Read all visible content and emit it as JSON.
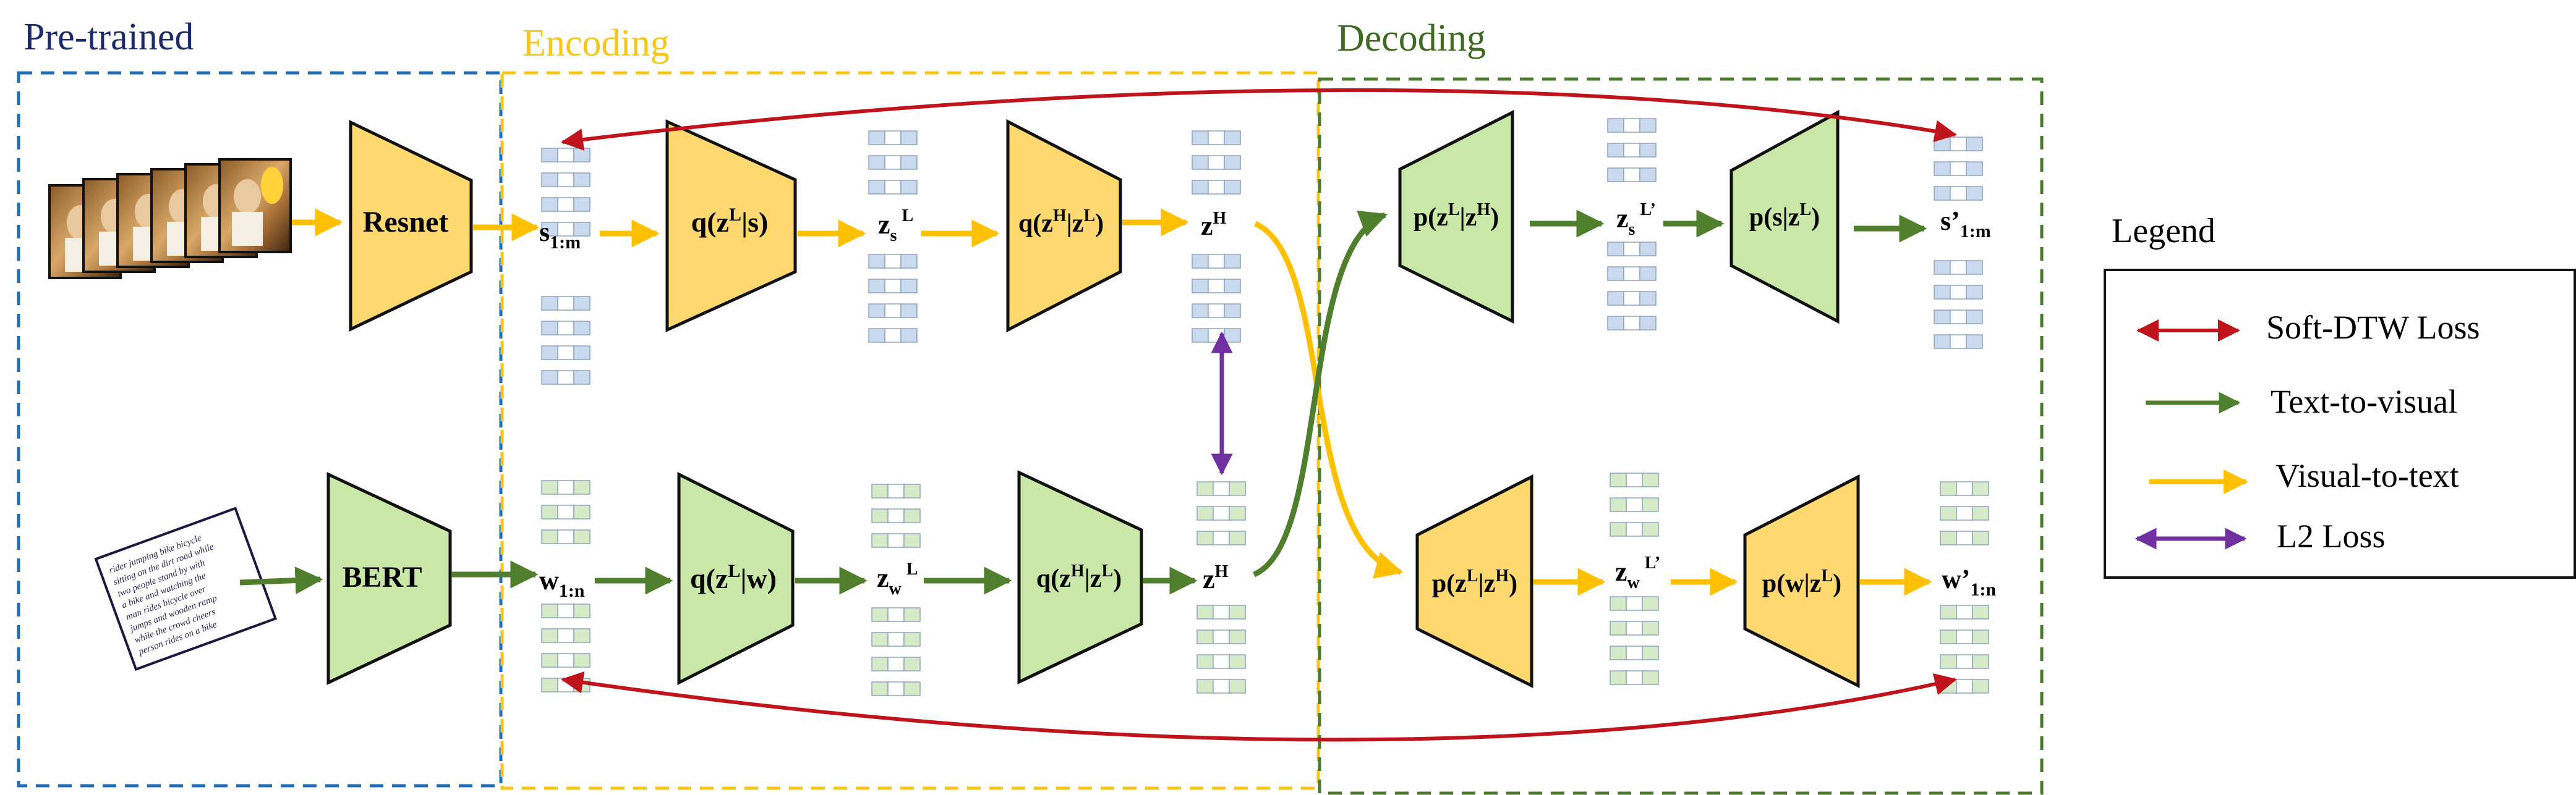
{
  "sections": {
    "pretrained": {
      "label": "Pre-trained",
      "color": "#1a2a6c",
      "border": "#1f6bb5"
    },
    "encoding": {
      "label": "Encoding",
      "color": "#f5c518",
      "border": "#f5c518"
    },
    "decoding": {
      "label": "Decoding",
      "color": "#3e6b1f",
      "border": "#4a7a2c"
    }
  },
  "encoders": {
    "resnet": {
      "label": "Resnet"
    },
    "bert": {
      "label": "BERT"
    }
  },
  "modules": {
    "q_zl_s": {
      "prefix": "q(z",
      "sup1": "L",
      "suffix": "|s)"
    },
    "q_zh_zl_top": {
      "prefix": "q(z",
      "sup1": "H",
      "mid": "|z",
      "sup2": "L",
      "suffix": ")"
    },
    "q_zl_w": {
      "prefix": "q(z",
      "sup1": "L",
      "suffix": "|w)"
    },
    "q_zh_zl_bottom": {
      "prefix": "q(z",
      "sup1": "H",
      "mid": "|z",
      "sup2": "L",
      "suffix": ")"
    },
    "p_zl_zh_top": {
      "prefix": "p(z",
      "sup1": "L",
      "mid": "|z",
      "sup2": "H",
      "suffix": ")"
    },
    "p_s_zl": {
      "prefix": "p(s|z",
      "sup1": "L",
      "suffix": ")"
    },
    "p_zl_zh_bottom": {
      "prefix": "p(z",
      "sup1": "L",
      "mid": "|z",
      "sup2": "H",
      "suffix": ")"
    },
    "p_w_zl": {
      "prefix": "p(w|z",
      "sup1": "L",
      "suffix": ")"
    }
  },
  "vectors": {
    "s": {
      "base": "s",
      "sub": "1:m"
    },
    "zs": {
      "base": "z",
      "sub": "s",
      "sup": "L"
    },
    "zh_top": {
      "base": "z",
      "sup": "H"
    },
    "zs_prime": {
      "base": "z",
      "sub": "s",
      "sup": "L’"
    },
    "s_prime": {
      "base": "s’",
      "sub": "1:m"
    },
    "w": {
      "base": "w",
      "sub": "1:n"
    },
    "zw": {
      "base": "z",
      "sub": "w",
      "sup": "L"
    },
    "zh_bottom": {
      "base": "z",
      "sup": "H"
    },
    "zw_prime": {
      "base": "z",
      "sub": "w",
      "sup": "L’"
    },
    "w_prime": {
      "base": "w’",
      "sub": "1:n"
    }
  },
  "legend": {
    "title": "Legend",
    "items": [
      {
        "label": "Soft-DTW Loss",
        "color": "#c0141c",
        "double": true
      },
      {
        "label": "Text-to-visual",
        "color": "#4f7f2c",
        "double": false
      },
      {
        "label": "Visual-to-text",
        "color": "#ffc000",
        "double": false
      },
      {
        "label": "L2 Loss",
        "color": "#7030a0",
        "double": true
      }
    ]
  },
  "colors": {
    "yellow_fill": "#ffd970",
    "green_fill": "#c9e7a7",
    "blue_cell": "#c9d9ee",
    "green_cell": "#d5ebc7",
    "red": "#c0141c",
    "green": "#4f7f2c",
    "yellow": "#ffc000",
    "purple": "#7030a0"
  },
  "document_lines": [
    "rider jumping bike bicycle",
    "sitting on the dirt road while",
    "two people stand by with",
    "a bike and watching the",
    "man rides bicycle over",
    "jumps and wooden ramp",
    "while the crowd cheers",
    "person rides on a bike"
  ]
}
